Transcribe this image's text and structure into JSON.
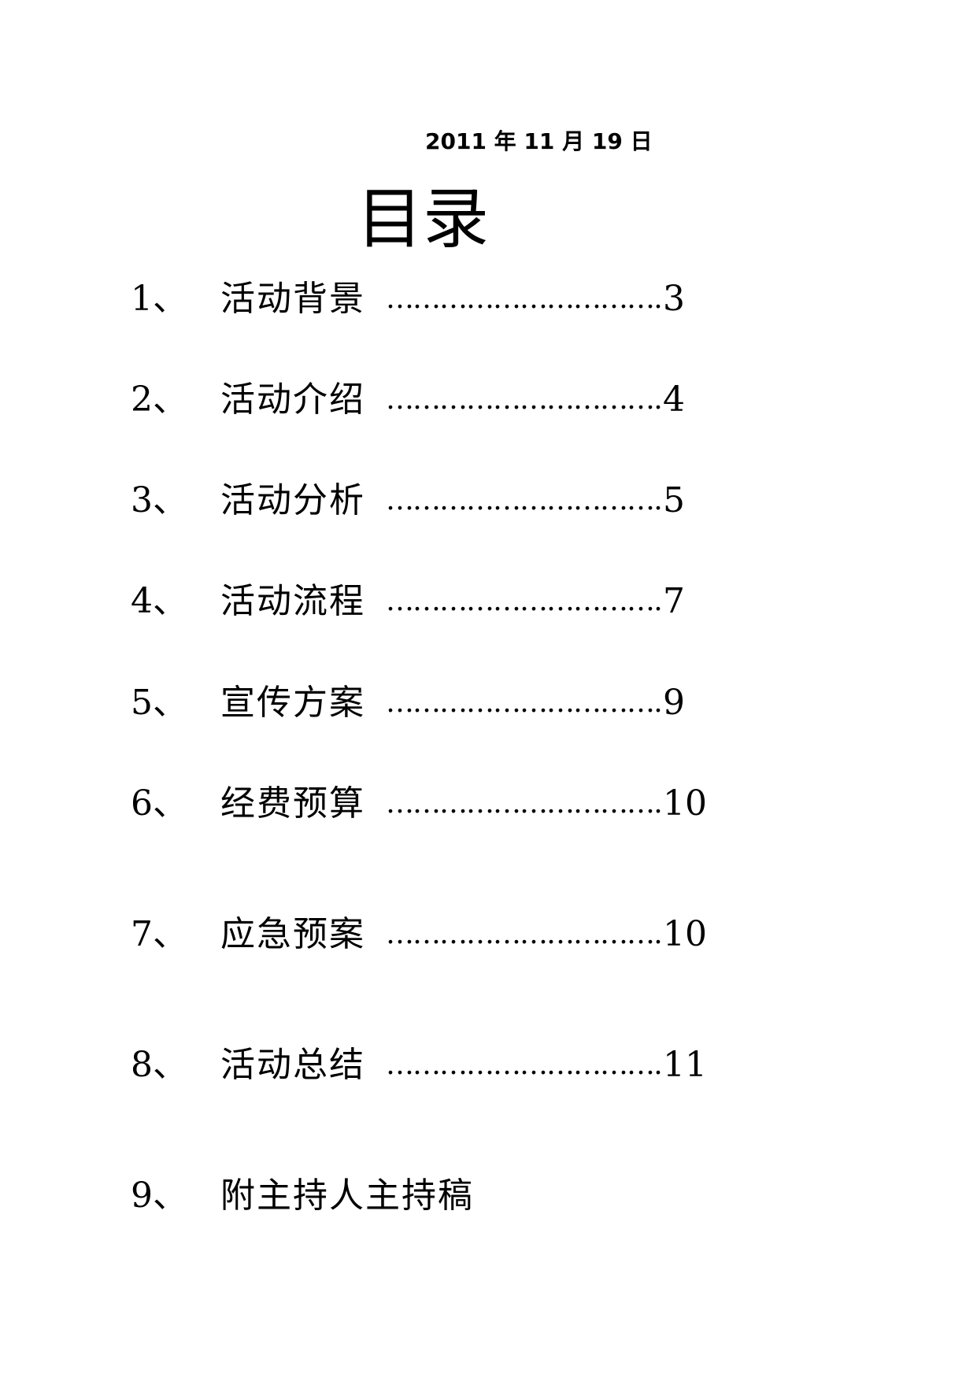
{
  "date": "2011 年 11 月 19 日",
  "title": "目录",
  "toc": [
    {
      "number": "1、",
      "text": "活动背景",
      "dots": "……………………………",
      "page": "3"
    },
    {
      "number": "2、",
      "text": "活动介绍",
      "dots": "……………………………",
      "page": "4"
    },
    {
      "number": "3、",
      "text": "活动分析",
      "dots": "……………………………",
      "page": "5"
    },
    {
      "number": "4、",
      "text": "活动流程",
      "dots": "……………………………",
      "page": "7"
    },
    {
      "number": "5、",
      "text": "宣传方案",
      "dots": "……………………………",
      "page": "9"
    },
    {
      "number": "6、",
      "text": "经费预算",
      "dots": "……………………………",
      "page": "10"
    },
    {
      "number": "7、",
      "text": "应急预案",
      "dots": "……………………………",
      "page": "10"
    },
    {
      "number": "8、",
      "text": "活动总结",
      "dots": "……………………………",
      "page": "11"
    },
    {
      "number": "9、",
      "text": "附主持人主持稿"
    }
  ]
}
